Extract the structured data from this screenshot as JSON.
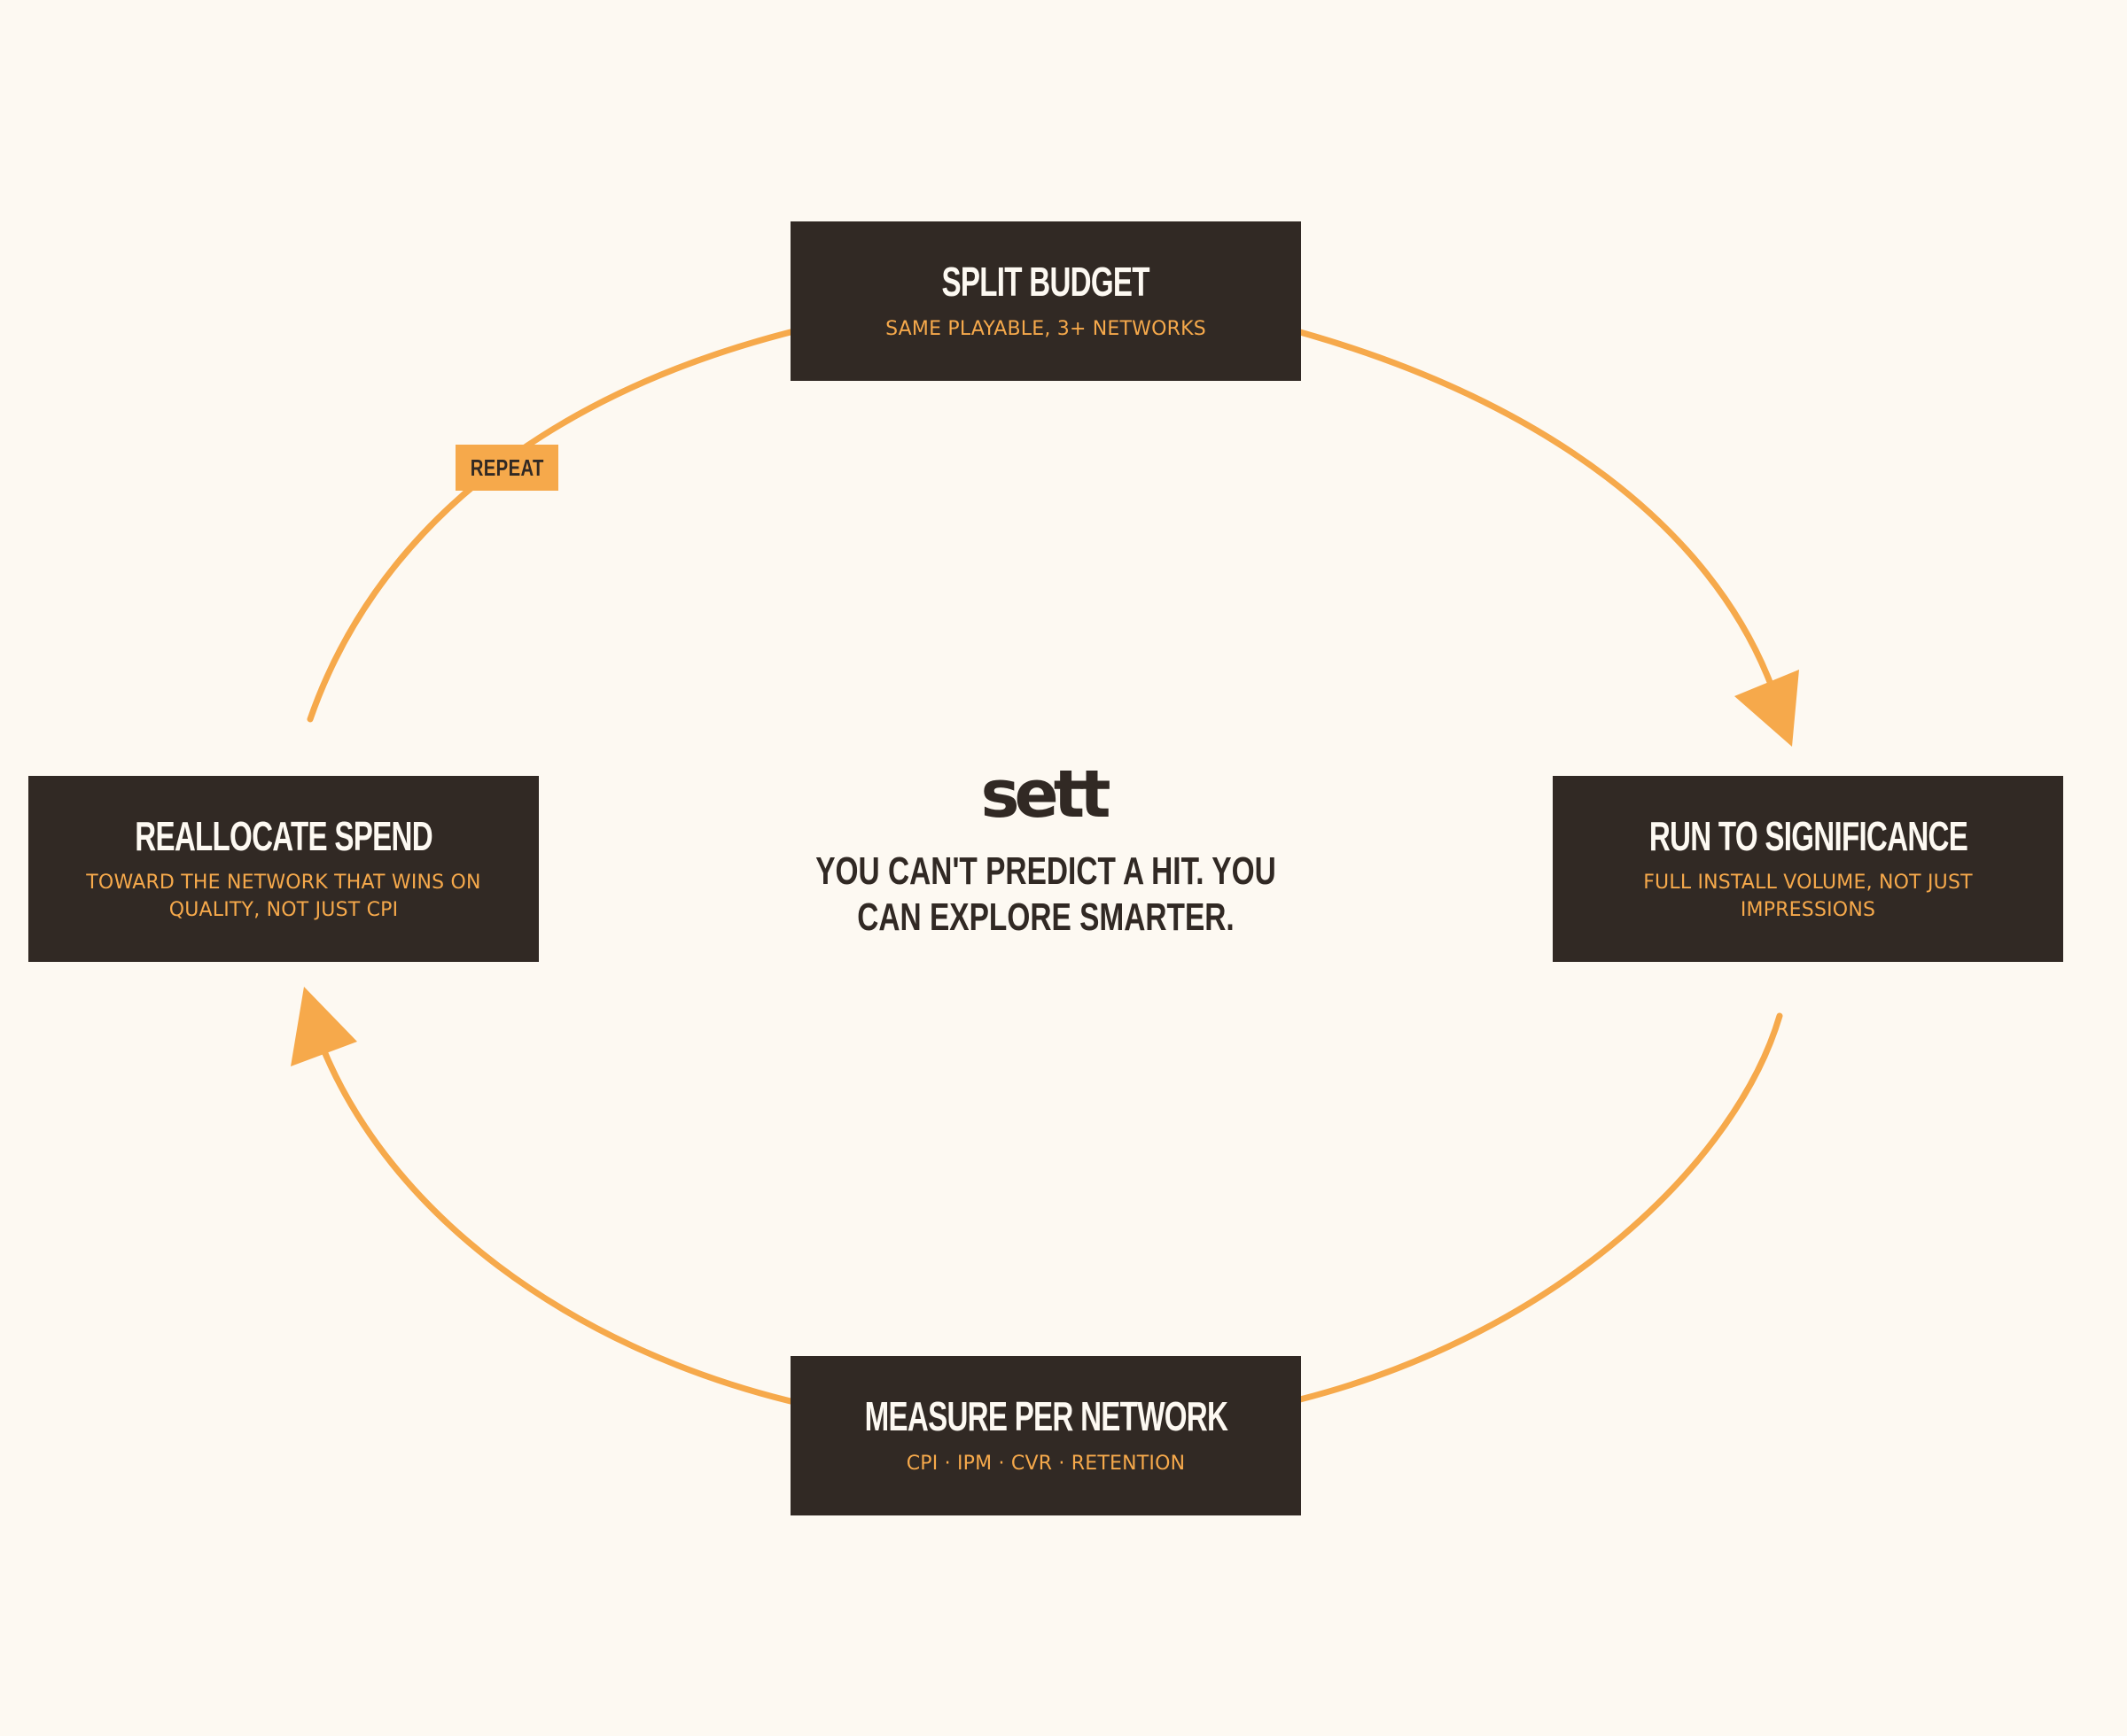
{
  "diagram": {
    "center": {
      "logo": "sett",
      "tagline": "YOU CAN'T PREDICT A HIT. YOU CAN EXPLORE SMARTER."
    },
    "steps": [
      {
        "title": "SPLIT BUDGET",
        "subtitle": "SAME PLAYABLE, 3+ NETWORKS"
      },
      {
        "title": "RUN TO SIGNIFICANCE",
        "subtitle": "FULL INSTALL VOLUME, NOT JUST IMPRESSIONS"
      },
      {
        "title": "MEASURE PER NETWORK",
        "subtitle": "CPI · IPM · CVR · RETENTION"
      },
      {
        "title": "REALLOCATE SPEND",
        "subtitle": "TOWARD THE NETWORK THAT WINS ON QUALITY, NOT JUST CPI"
      }
    ],
    "repeat_label": "REPEAT"
  },
  "colors": {
    "background": "#FDF9F2",
    "box": "#312924",
    "accent": "#F6A94B",
    "box_title": "#FDF9F2"
  }
}
